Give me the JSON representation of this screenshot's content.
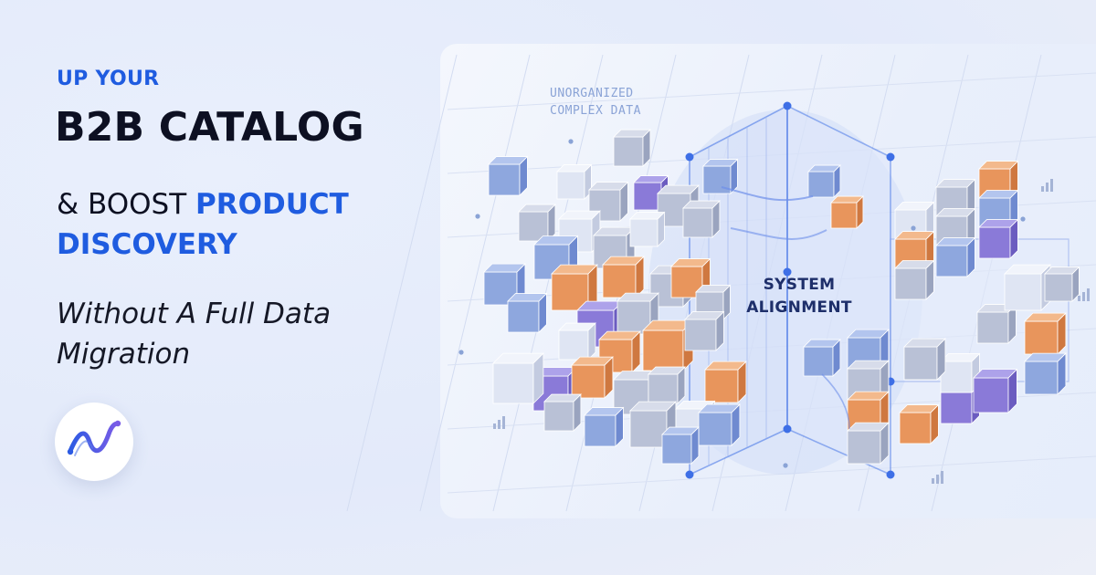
{
  "hero": {
    "eyebrow": "UP YOUR",
    "headline": "B2B CATALOG",
    "subline_prefix": "& BOOST",
    "subline_accent_1": "PRODUCT",
    "subline_accent_2": "DISCOVERY",
    "tagline": "Without A Full Data Migration"
  },
  "illustration": {
    "label_unorganized_line1": "UNORGANIZED",
    "label_unorganized_line2": "COMPLEX DATA",
    "label_alignment_line1": "SYSTEM",
    "label_alignment_line2": "ALIGNMENT"
  },
  "colors": {
    "accent": "#1f5ce0",
    "text_dark": "#0d1022",
    "cube_blue": "#8ea7de",
    "cube_gray": "#b9c1d6",
    "cube_orange": "#e8955c",
    "cube_purple": "#8a7ad8",
    "grid_line": "#3e6fe6"
  },
  "logo": {
    "icon": "wave-logo-icon"
  }
}
